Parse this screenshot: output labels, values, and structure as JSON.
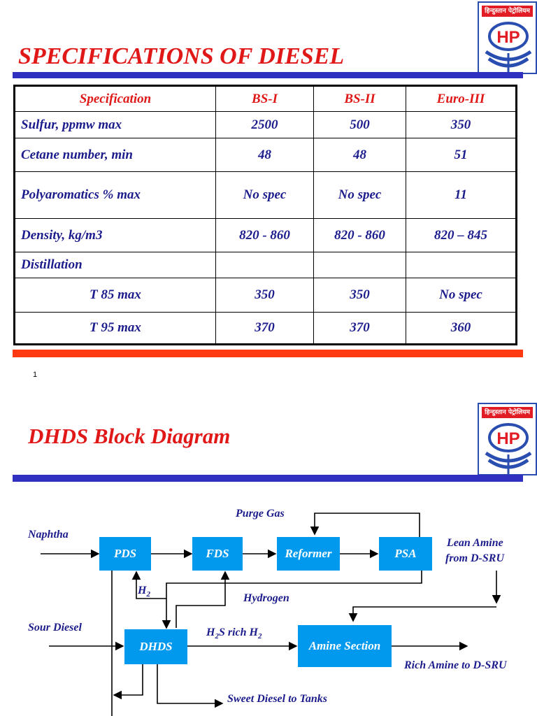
{
  "slide1": {
    "title": "SPECIFICATIONS OF DIESEL",
    "logo_text": "हिन्दुस्तान पेट्रोलियम",
    "logo_brand": "HP",
    "page_number": "1",
    "colors": {
      "title": "#e01818",
      "bar_blue": "#3030c0",
      "bar_red": "#ff3a10",
      "text_blue": "#1c1c8c"
    },
    "table": {
      "headers": [
        "Specification",
        "BS-I",
        "BS-II",
        "Euro-III"
      ],
      "rows": [
        [
          "Sulfur, ppmw max",
          "2500",
          "500",
          "350"
        ],
        [
          "Cetane number, min",
          "48",
          "48",
          "51"
        ],
        [
          "Polyaromatics % max",
          "No spec",
          "No spec",
          "11"
        ],
        [
          "Density, kg/m3",
          "820 - 860",
          "820 - 860",
          "820 – 845"
        ],
        [
          "Distillation",
          "",
          "",
          ""
        ],
        [
          "T 85 max",
          "350",
          "350",
          "No spec"
        ],
        [
          "T 95 max",
          "370",
          "370",
          "360"
        ]
      ]
    }
  },
  "slide2": {
    "title": "DHDS Block Diagram",
    "logo_text": "हिन्दुस्तान पेट्रोलियम",
    "logo_brand": "HP",
    "blocks": {
      "pds": "PDS",
      "fds": "FDS",
      "reformer": "Reformer",
      "psa": "PSA",
      "dhds": "DHDS",
      "amine": "Amine Section"
    },
    "labels": {
      "naphtha": "Naphtha",
      "purge_gas": "Purge Gas",
      "lean_amine_1": "Lean Amine",
      "lean_amine_2": "from D-SRU",
      "h2_main": "H",
      "h2_sub": "2",
      "hydrogen": "Hydrogen",
      "sour_diesel": "Sour Diesel",
      "h2s_a": "H",
      "h2s_b": "2",
      "h2s_c": "S rich H",
      "h2s_d": "2",
      "rich_amine": "Rich Amine to D-SRU",
      "sweet_diesel": "Sweet Diesel to Tanks"
    }
  }
}
